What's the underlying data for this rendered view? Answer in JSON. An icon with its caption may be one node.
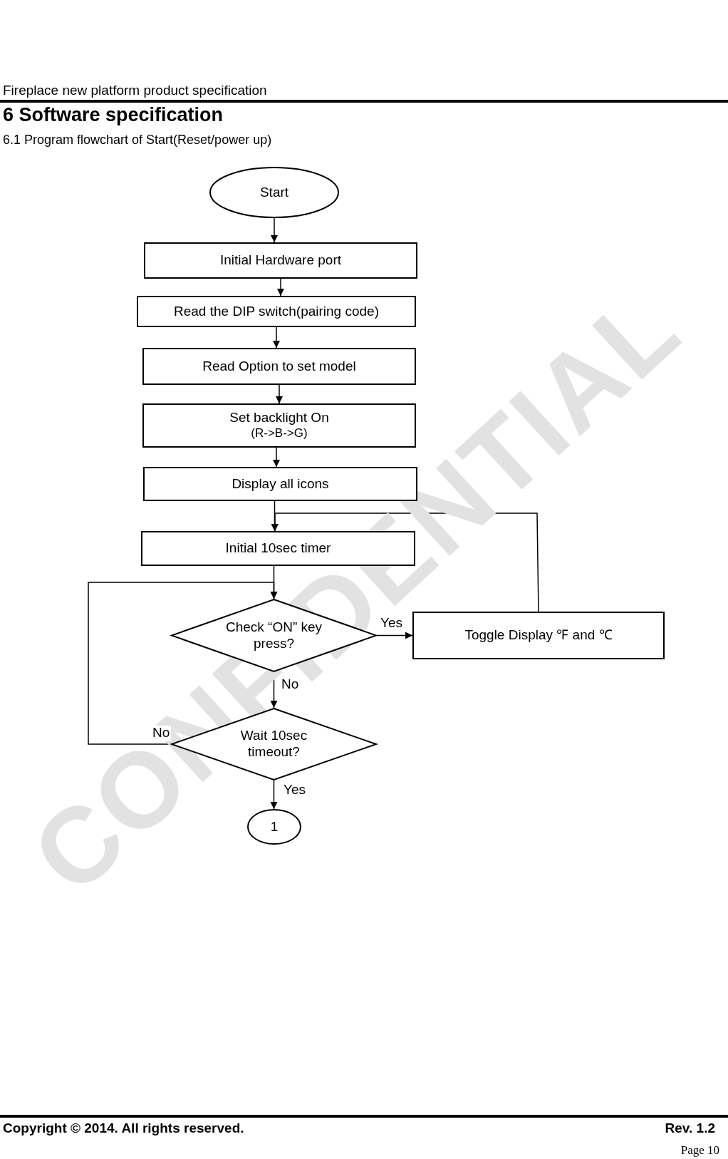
{
  "diagram": {
    "title": "6 Software specification",
    "nodes": [
      {
        "text": [
          "Start"
        ]
      },
      {
        "text": [
          "Initial Hardware port"
        ]
      },
      {
        "text": [
          "Read the DIP switch(pairing code)"
        ]
      },
      {
        "text": [
          "Read Option to set model"
        ]
      },
      {
        "text": [
          "Set backlight On",
          "(R->B->G)"
        ]
      },
      {
        "text": [
          "Display all icons"
        ]
      },
      {
        "text": [
          "Initial 10sec timer"
        ]
      },
      {
        "text": [
          "Check “ON” key press?"
        ]
      },
      {
        "text": [
          "Toggle   Display ℉   and ℃"
        ]
      },
      {
        "text": [
          "Wait 10sec timeout?"
        ]
      },
      {
        "text": [
          "1"
        ]
      }
    ],
    "edges": [
      {
        "from": 0,
        "to": 1,
        "arrow": "to"
      },
      {
        "from": 1,
        "to": 2,
        "arrow": "to"
      },
      {
        "from": 2,
        "to": 3,
        "arrow": "to"
      },
      {
        "from": 3,
        "to": 4,
        "arrow": "to"
      },
      {
        "from": 4,
        "to": 5,
        "arrow": "to"
      },
      {
        "from": 5,
        "to": 6,
        "arrow": "to"
      },
      {
        "from": 6,
        "to": 7,
        "arrow": "to"
      },
      {
        "from": 7,
        "to": 8,
        "arrow": "to",
        "label": "Yes"
      },
      {
        "from": 7,
        "to": 9,
        "arrow": "to",
        "label": "No"
      },
      {
        "from": 9,
        "to": 7,
        "arrow": "to",
        "label": "No"
      },
      {
        "from": 9,
        "to": 10,
        "arrow": "to",
        "label": "Yes"
      },
      {
        "from": 8,
        "to": 6,
        "arrow": "to"
      }
    ],
    "labels": [
      "Fireplace new platform product specification",
      "6.1 Program flowchart of Start(Reset/power up)",
      "CONFIDENTIAL",
      "Copyright © 2014. All rights reserved.",
      "Rev. 1.2",
      "Page 10"
    ]
  }
}
